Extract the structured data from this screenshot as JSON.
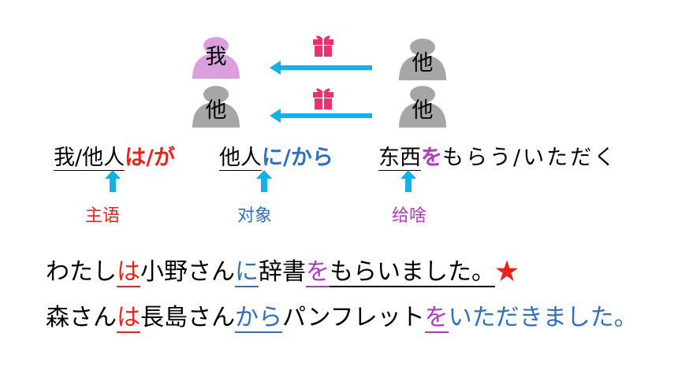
{
  "diagram": {
    "rows": [
      {
        "receiver": "我",
        "giver": "他"
      },
      {
        "receiver": "他",
        "giver": "他"
      }
    ],
    "colors": {
      "receiver_highlight": "#d9a0dd",
      "person_gray": "#a6a6a6",
      "arrow": "#16b0e8",
      "gift": "#f0306a"
    }
  },
  "pattern": {
    "subject": "我/他人",
    "subject_particle": "は/が",
    "target": "他人",
    "target_particle": "に/から",
    "object": "东西",
    "object_particle": "を",
    "verb": "もらう/いただく"
  },
  "roles": {
    "subject": "主语",
    "target": "对象",
    "object": "给啥"
  },
  "sentences": [
    {
      "p1": "わたし",
      "particle1": "は",
      "p2": "小野さん",
      "particle2": "に",
      "p3": "辞書",
      "particle3": "を",
      "p4": "もらいました。",
      "star": "★"
    },
    {
      "p1": "森さん",
      "particle1": "は",
      "p2": "長島さん",
      "particle2": "から",
      "p3": "パンフレット",
      "particle3": "を",
      "p4": "いただきました。"
    }
  ]
}
